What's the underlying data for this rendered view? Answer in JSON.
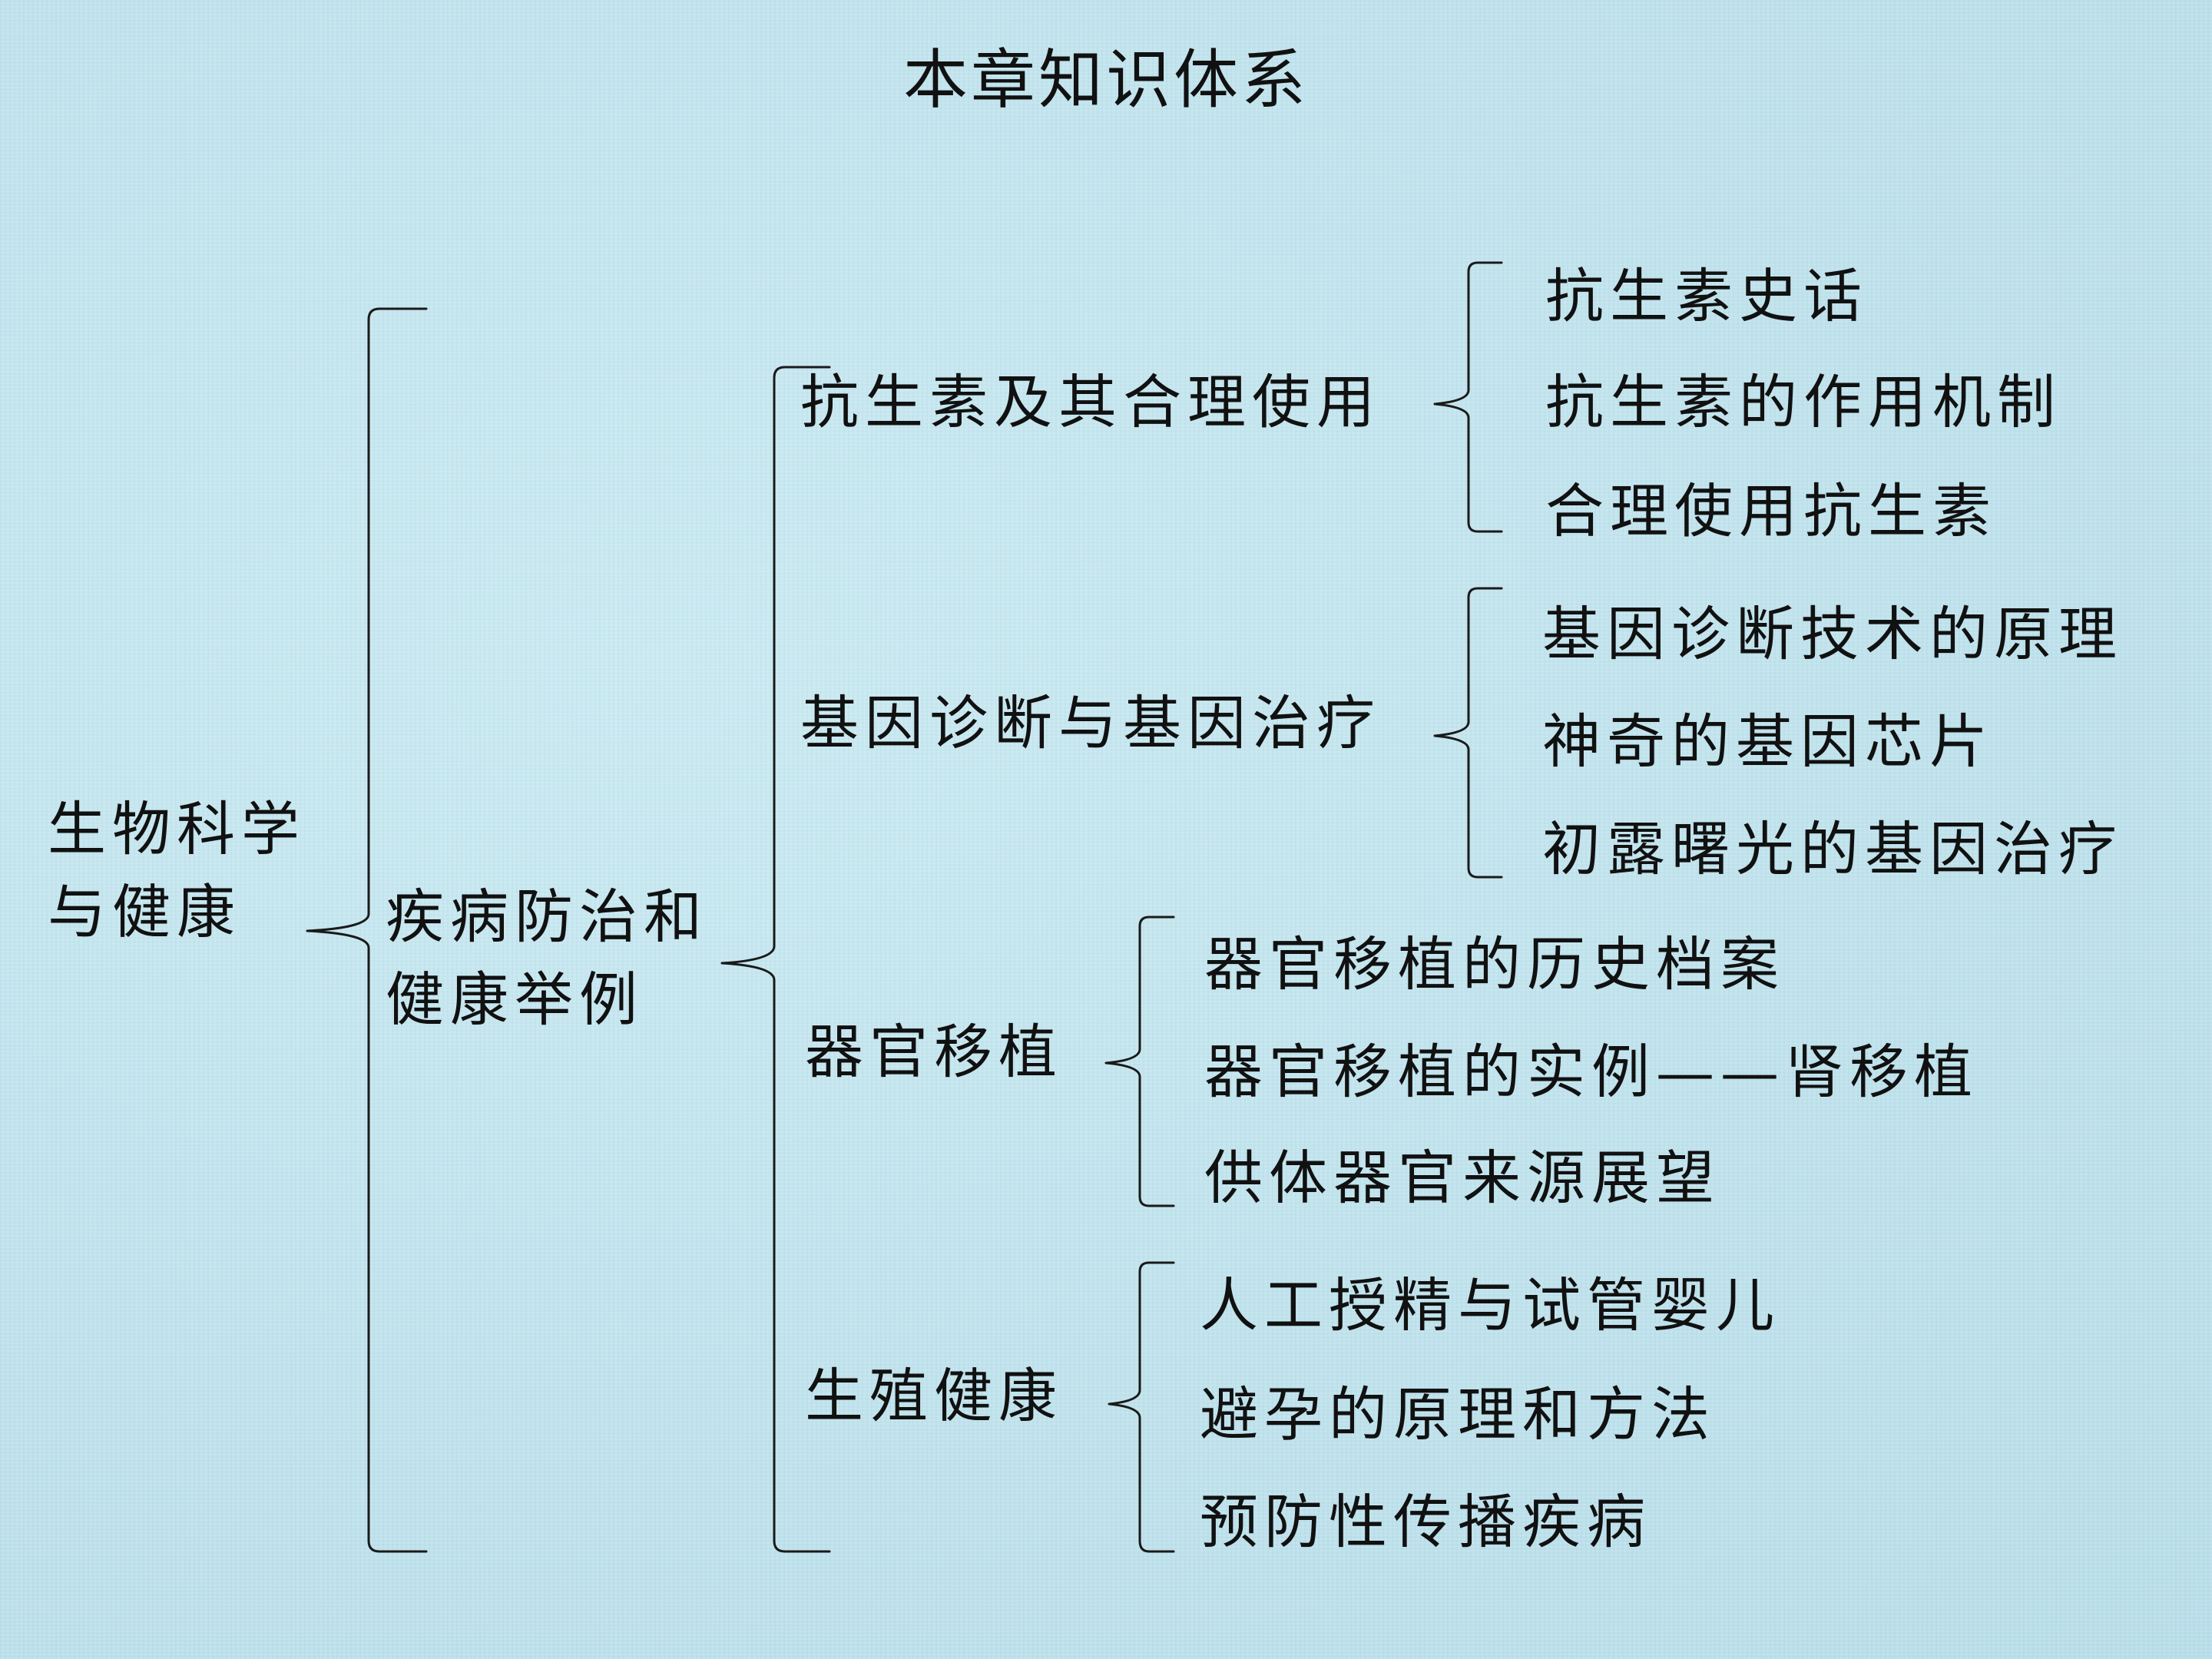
{
  "title": "本章知识体系",
  "root": {
    "line1": "生物科学",
    "line2": "与健康"
  },
  "level1": {
    "line1": "疾病防治和",
    "line2": "健康举例"
  },
  "topics": [
    {
      "label": "抗生素及其合理使用",
      "items": [
        "抗生素史话",
        "抗生素的作用机制",
        "合理使用抗生素"
      ]
    },
    {
      "label": "基因诊断与基因治疗",
      "items": [
        "基因诊断技术的原理",
        "神奇的基因芯片",
        "初露曙光的基因治疗"
      ]
    },
    {
      "label": "器官移植",
      "items": [
        "器官移植的历史档案",
        "器官移植的实例——肾移植",
        "供体器官来源展望"
      ]
    },
    {
      "label": "生殖健康",
      "items": [
        "人工授精与试管婴儿",
        "避孕的原理和方法",
        "预防性传播疾病"
      ]
    }
  ]
}
